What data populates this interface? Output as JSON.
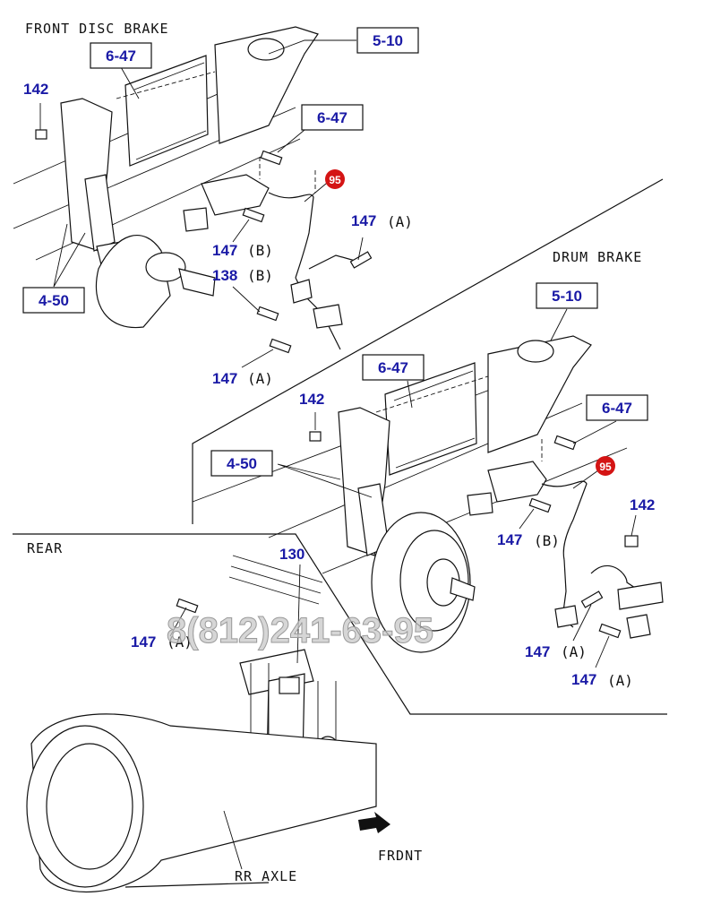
{
  "sections": {
    "front": "FRONT DISC BRAKE",
    "drum": "DRUM BRAKE",
    "rear": "REAR",
    "axle": "RR AXLE",
    "front_arrow": "FRDNT"
  },
  "watermark": "8(812)241-63-95",
  "badge": "95",
  "parts": {
    "p5_10": "5-10",
    "p6_47": "6-47",
    "p4_50": "4-50",
    "p142": "142",
    "p147": "147",
    "p138": "138",
    "p130": "130"
  },
  "suffix": {
    "a": "(A)",
    "b": "(B)"
  },
  "colors": {
    "label_blue": "#1a1aa6",
    "badge_red": "#d41414",
    "line": "#111111"
  }
}
